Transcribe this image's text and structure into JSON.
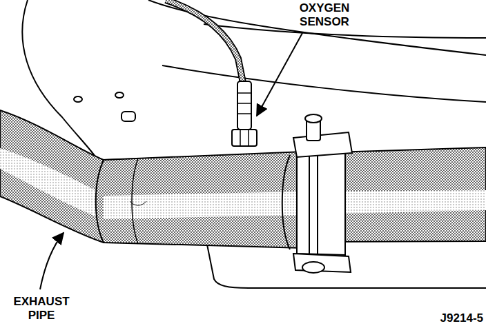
{
  "diagram": {
    "labels": [
      "OXYGEN SENSOR",
      "EXHAUST PIPE",
      "J9214-5"
    ]
  }
}
